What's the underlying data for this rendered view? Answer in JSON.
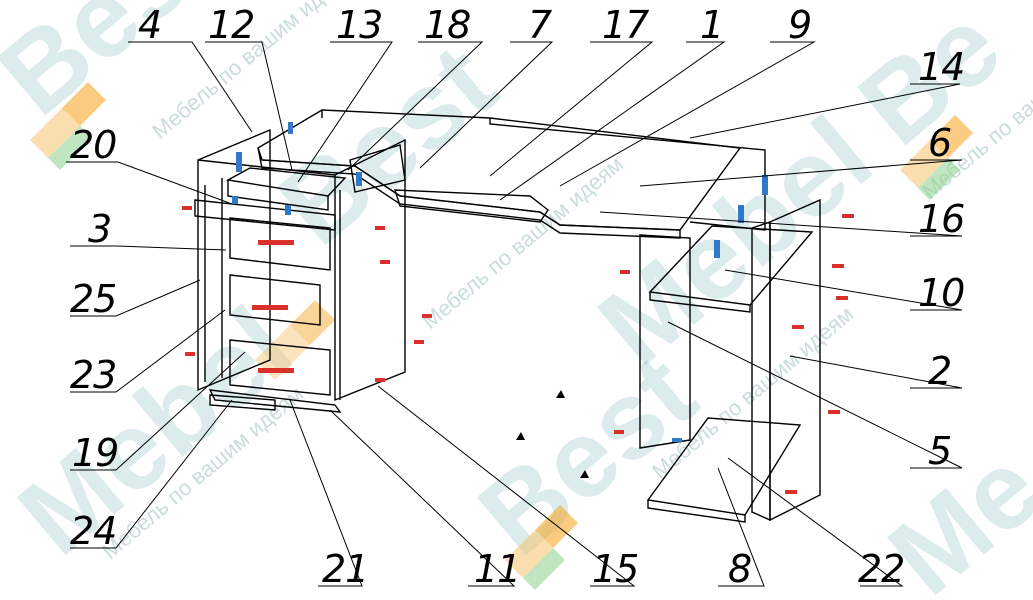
{
  "diagram": {
    "part_labels": [
      "1",
      "2",
      "3",
      "4",
      "5",
      "6",
      "7",
      "8",
      "9",
      "10",
      "11",
      "12",
      "13",
      "14",
      "15",
      "16",
      "17",
      "18",
      "19",
      "20",
      "21",
      "22",
      "23",
      "24",
      "25"
    ]
  },
  "watermark": {
    "brand": "Best Mebel",
    "slogan": "Мебель по вашим идеям",
    "colors": {
      "orange": "#f7a21b",
      "green": "#2fb34a",
      "teal": "#2a8a8a"
    }
  },
  "colors": {
    "line": "#000000",
    "fitting_red": "#d9302a",
    "fitting_blue": "#2f79c8"
  }
}
